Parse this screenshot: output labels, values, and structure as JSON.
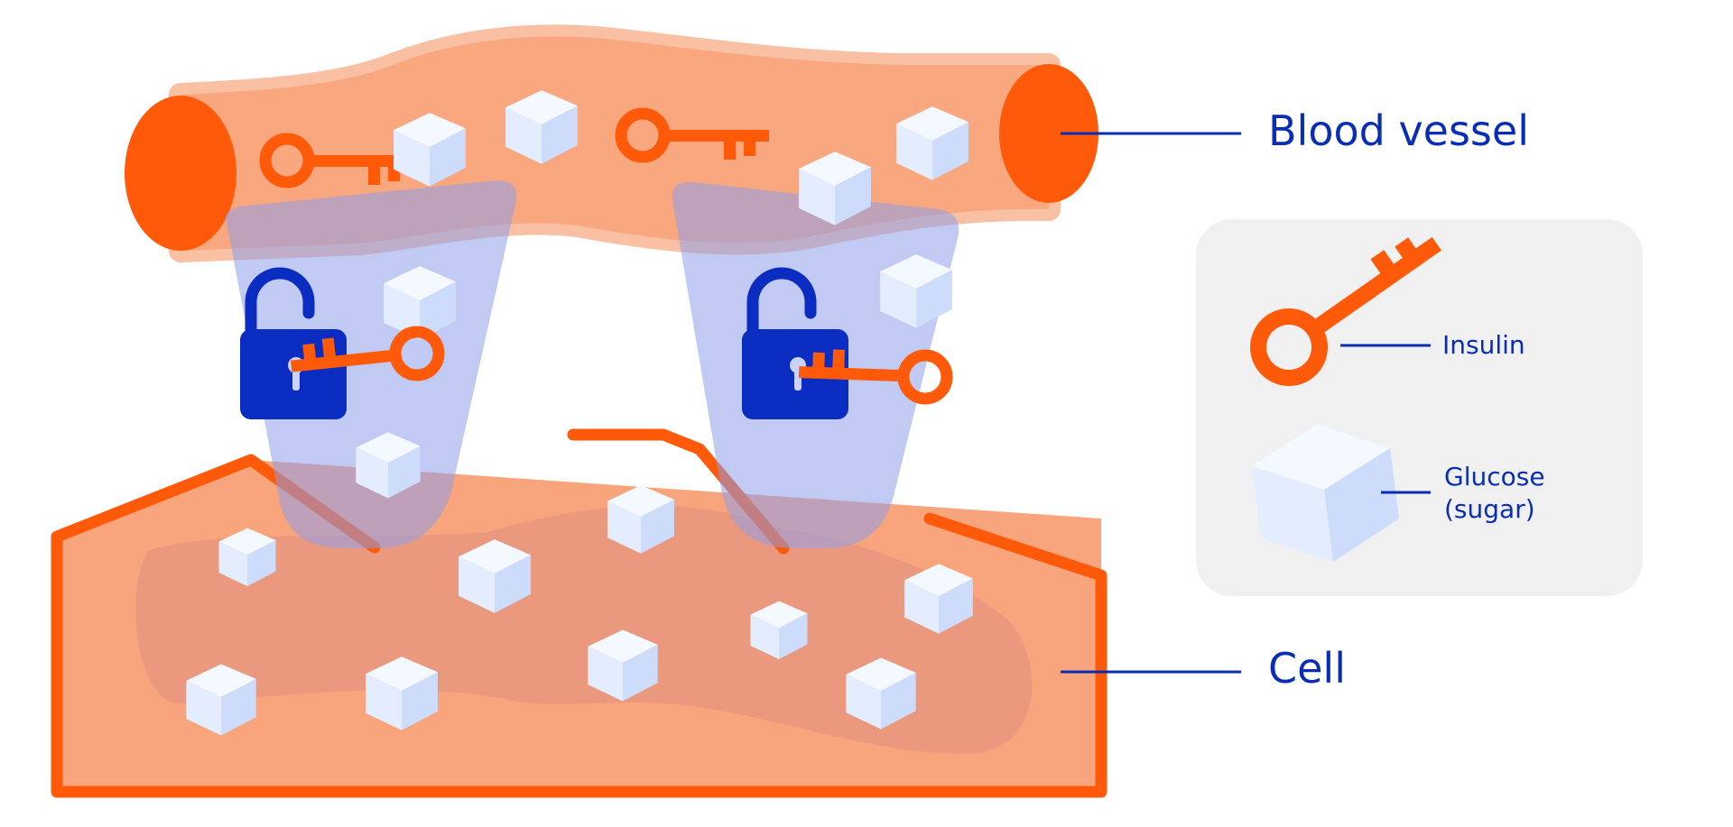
{
  "labels": {
    "blood_vessel": "Blood vessel",
    "cell": "Cell"
  },
  "legend": {
    "insulin": "Insulin",
    "glucose_line1": "Glucose",
    "glucose_line2": "(sugar)"
  },
  "colors": {
    "label_blue": "#0a2db5",
    "insulin_orange": "#ff5a0a",
    "vessel_fill": "#f9a77e",
    "cell_fill": "#f8a47c",
    "cell_inner": "#e99a80",
    "channel_blue": "#9aa7ea",
    "lock_blue": "#0a2cc0",
    "glucose_light": "#e3edfd",
    "glucose_mid": "#ccdcfa",
    "legend_bg": "#f0f0f0"
  },
  "icons": {
    "insulin": "key-icon",
    "glucose": "sugar-cube-icon",
    "receptor": "padlock-icon"
  }
}
